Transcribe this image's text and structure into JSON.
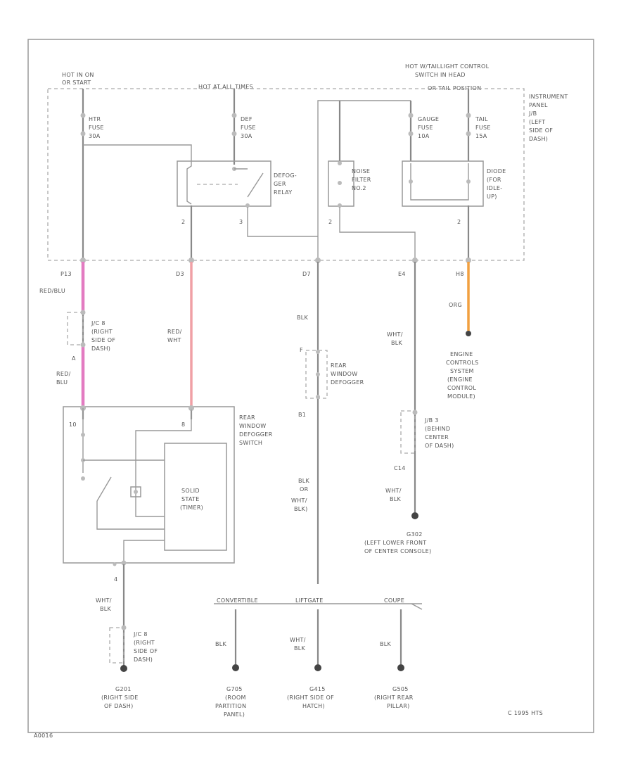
{
  "header": {
    "hot_run_1": "HOT IN ON",
    "hot_run_2": "OR START",
    "hot_all": "HOT AT ALL TIMES",
    "hot_light_1": "HOT W/TAILLIGHT CONTROL",
    "hot_light_2": "SWITCH IN HEAD",
    "hot_light_3": "OR TAIL POSITION"
  },
  "panel": {
    "lines": [
      "INSTRUMENT",
      "PANEL",
      "J/B",
      "(LEFT",
      "SIDE OF",
      "DASH)"
    ]
  },
  "fuses": {
    "htr": [
      "HTR",
      "FUSE",
      "30A"
    ],
    "def": [
      "DEF",
      "FUSE",
      "30A"
    ],
    "gauge": [
      "GAUGE",
      "FUSE",
      "10A"
    ],
    "tail": [
      "TAIL",
      "FUSE",
      "15A"
    ]
  },
  "relay": {
    "lines": [
      "DEFOG-",
      "GER",
      "RELAY"
    ]
  },
  "noise": {
    "lines": [
      "NOISE",
      "FILTER",
      "NO.2"
    ]
  },
  "diode": {
    "lines": [
      "DIODE",
      "(FOR",
      "IDLE-",
      "UP)"
    ]
  },
  "pins": {
    "relay_2": "2",
    "relay_3": "3",
    "noise_2": "2",
    "diode_2": "2",
    "p1": "P13",
    "p2": "D3",
    "p3": "D7",
    "p4": "E4",
    "p5": "H8",
    "sw_a": "10",
    "sw_b": "8",
    "sw_c": "4",
    "def_plus": "F",
    "def_minus": "B1",
    "jc_a": "A",
    "jb_c": "C14"
  },
  "wires": {
    "red_blu_1": "RED/BLU",
    "red_blu_2": [
      "RED/",
      "BLU"
    ],
    "red_wht": [
      "RED/",
      "WHT"
    ],
    "blk_1": "BLK",
    "wht_blk_1": [
      "WHT/",
      "BLK"
    ],
    "wht_blk_2": [
      "WHT/",
      "BLK"
    ],
    "org": "ORG",
    "blk_or": [
      "BLK",
      "OR",
      "WHT/",
      "BLK)"
    ],
    "wht_blk_3": [
      "WHT/",
      "BLK"
    ],
    "blk_2": "BLK",
    "wht_blk_4": [
      "WHT/",
      "BLK"
    ],
    "blk_3": "BLK"
  },
  "components": {
    "jc_right": [
      "J/C 8",
      "(RIGHT",
      "SIDE OF",
      "DASH)"
    ],
    "jc_right_2": [
      "J/C 8",
      "(RIGHT",
      "SIDE OF",
      "DASH)"
    ],
    "switch": [
      "REAR",
      "WINDOW",
      "DEFOGGER",
      "SWITCH"
    ],
    "timer": [
      "SOLID",
      "STATE",
      "(TIMER)"
    ],
    "defogger": [
      "REAR",
      "WINDOW",
      "DEFOGGER"
    ],
    "ecm": [
      "ENGINE",
      "CONTROLS",
      "SYSTEM",
      "(ENGINE",
      "CONTROL",
      "MODULE)"
    ],
    "jb3": [
      "J/B 3",
      "(BEHIND",
      "CENTER",
      "OF DASH)"
    ]
  },
  "grounds": {
    "g_console": [
      "G302",
      "(LEFT LOWER FRONT",
      "OF CENTER CONSOLE)"
    ],
    "g_dash": [
      "G201",
      "(RIGHT SIDE",
      "OF DASH)"
    ],
    "g_panel": [
      "G705",
      "(ROOM",
      "PARTITION",
      "PANEL)"
    ],
    "g_hatch": [
      "G415",
      "(RIGHT SIDE OF",
      "HATCH)"
    ],
    "g_pillar": [
      "G505",
      "(RIGHT REAR",
      "PILLAR)"
    ]
  },
  "variants": {
    "convertible": "CONVERTIBLE",
    "liftgate": "LIFTGATE",
    "coupe": "COUPE"
  },
  "footer": {
    "copyright": "C 1995 HTS",
    "code": "A0016"
  },
  "colors": {
    "red_blu": "#e37bc1",
    "red_wht": "#f0a0a6",
    "org": "#f2a040"
  }
}
